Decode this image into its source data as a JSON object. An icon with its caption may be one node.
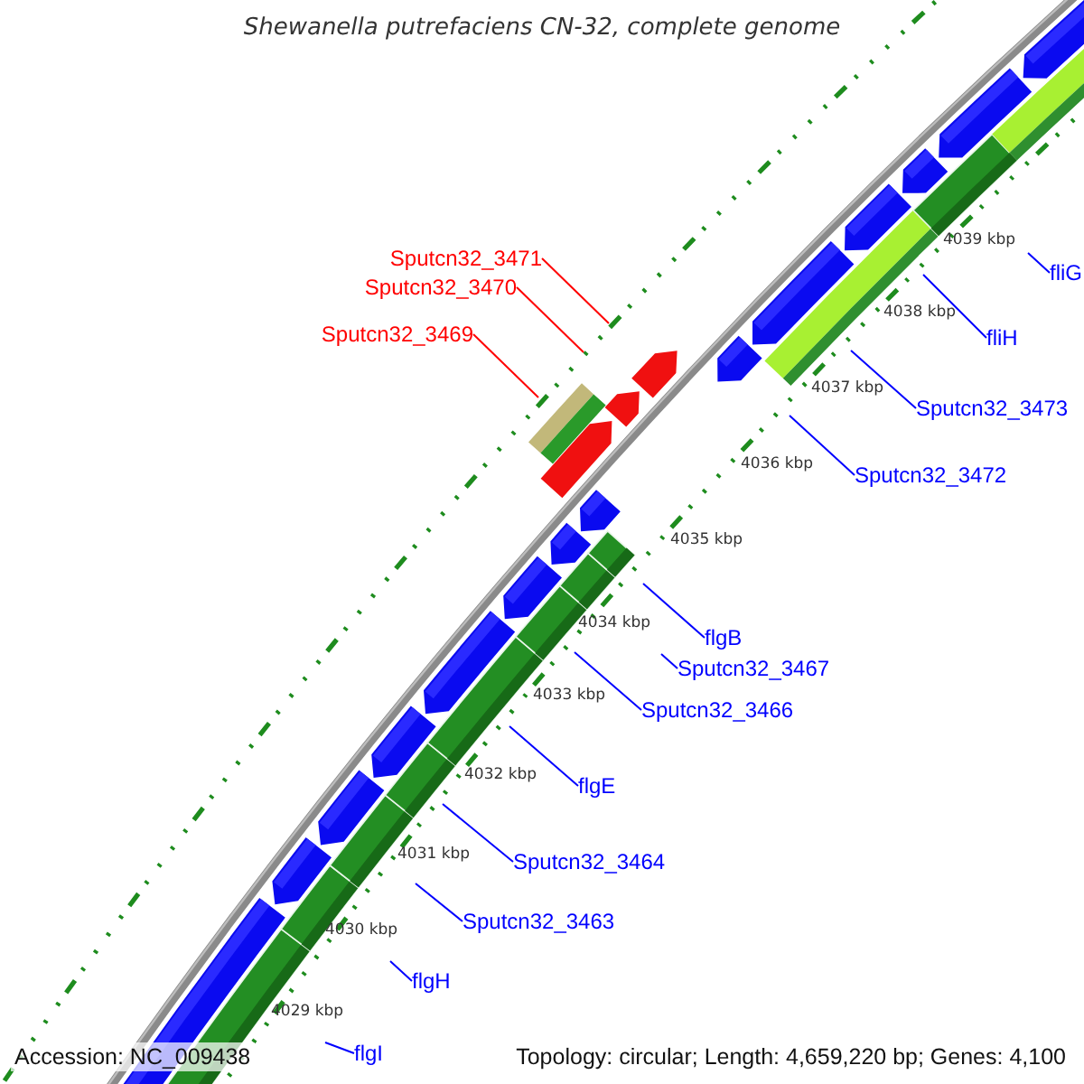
{
  "diagram": {
    "title": "Shewanella putrefaciens CN-32, complete genome",
    "nodes": [
      {
        "text": [
          "Sputcn32_3471"
        ]
      },
      {
        "text": [
          "Sputcn32_3470"
        ]
      },
      {
        "text": [
          "Sputcn32_3469"
        ]
      },
      {
        "text": [
          "fliG"
        ]
      },
      {
        "text": [
          "fliH"
        ]
      },
      {
        "text": [
          "Sputcn32_3473"
        ]
      },
      {
        "text": [
          "Sputcn32_3472"
        ]
      },
      {
        "text": [
          "flgB"
        ]
      },
      {
        "text": [
          "Sputcn32_3467"
        ]
      },
      {
        "text": [
          "Sputcn32_3466"
        ]
      },
      {
        "text": [
          "flgE"
        ]
      },
      {
        "text": [
          "Sputcn32_3464"
        ]
      },
      {
        "text": [
          "Sputcn32_3463"
        ]
      },
      {
        "text": [
          "flgH"
        ]
      },
      {
        "text": [
          "flgI"
        ]
      }
    ],
    "edges": [
      {
        "from": 0,
        "to": null,
        "arrow": "none",
        "color": "#ff0000"
      },
      {
        "from": 1,
        "to": null,
        "arrow": "none",
        "color": "#ff0000"
      },
      {
        "from": 2,
        "to": null,
        "arrow": "none",
        "color": "#ff0000"
      },
      {
        "from": 3,
        "to": null,
        "arrow": "none"
      },
      {
        "from": 4,
        "to": null,
        "arrow": "none"
      },
      {
        "from": 5,
        "to": null,
        "arrow": "none"
      },
      {
        "from": 6,
        "to": null,
        "arrow": "none"
      },
      {
        "from": 7,
        "to": null,
        "arrow": "none"
      },
      {
        "from": 8,
        "to": null,
        "arrow": "none"
      },
      {
        "from": 9,
        "to": null,
        "arrow": "none"
      },
      {
        "from": 10,
        "to": null,
        "arrow": "none"
      },
      {
        "from": 11,
        "to": null,
        "arrow": "none"
      },
      {
        "from": 12,
        "to": null,
        "arrow": "none"
      },
      {
        "from": 13,
        "to": null,
        "arrow": "none"
      },
      {
        "from": 14,
        "to": null,
        "arrow": "none"
      }
    ],
    "labels": [
      "4039 kbp",
      "4038 kbp",
      "4037 kbp",
      "4036 kbp",
      "4035 kbp",
      "4034 kbp",
      "4033 kbp",
      "4032 kbp",
      "4031 kbp",
      "4030 kbp",
      "4029 kbp",
      "Accession: NC_009438",
      "Topology: circular; Length: 4,659,220 bp; Genes: 4,100"
    ]
  }
}
